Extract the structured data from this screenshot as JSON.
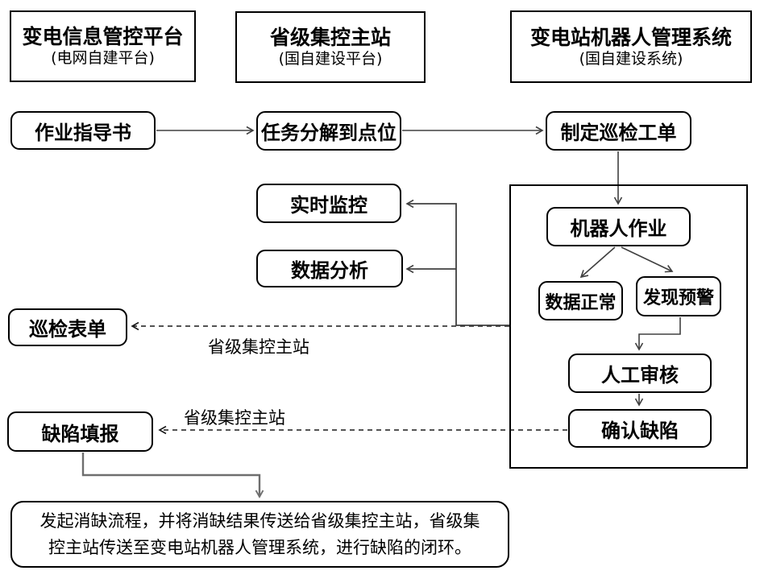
{
  "diagram": {
    "headers": [
      {
        "title": "变电信息管控平台",
        "subtitle": "(电网自建平台)"
      },
      {
        "title": "省级集控主站",
        "subtitle": "(国自建设平台)"
      },
      {
        "title": "变电站机器人管理系统",
        "subtitle": "(国自建设系统)"
      }
    ],
    "nodes": {
      "work_instruction": "作业指导书",
      "task_decompose": "任务分解到点位",
      "create_order": "制定巡检工单",
      "realtime_monitor": "实时监控",
      "data_analysis": "数据分析",
      "inspection_form": "巡检表单",
      "robot_operation": "机器人作业",
      "data_normal": "数据正常",
      "alarm_detected": "发现预警",
      "manual_review": "人工审核",
      "confirm_defect": "确认缺陷",
      "defect_report": "缺陷填报"
    },
    "edge_labels": {
      "to_inspection_form": "省级集控主站",
      "to_defect_report": "省级集控主站"
    },
    "note": {
      "line1": "发起消缺流程，并将消缺结果传送给省级集控主站，省级集",
      "line2": "控主站传送至变电站机器人管理系统，进行缺陷的闭环。"
    },
    "colors": {
      "connector": "#404040",
      "dashed": "#1a1a1a",
      "elbow_gray": "#6e6e6e",
      "border": "#000000",
      "background": "#ffffff"
    }
  }
}
